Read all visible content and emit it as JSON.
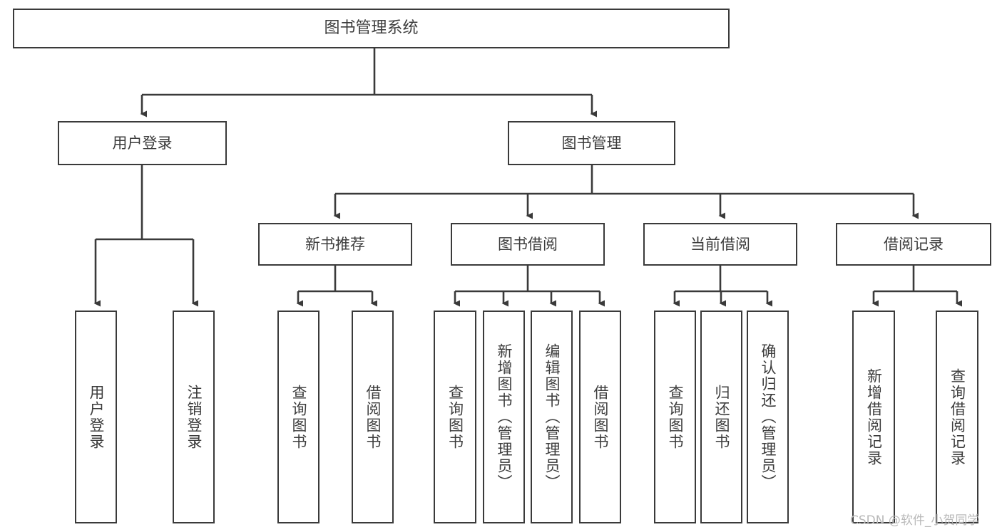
{
  "diagram": {
    "type": "tree",
    "title": "图书管理系统",
    "root": {
      "label": "图书管理系统"
    },
    "level2": [
      {
        "label": "用户登录"
      },
      {
        "label": "图书管理"
      }
    ],
    "level3": [
      {
        "label": "新书推荐"
      },
      {
        "label": "图书借阅"
      },
      {
        "label": "当前借阅"
      },
      {
        "label": "借阅记录"
      }
    ],
    "leaves": {
      "user_login": [
        {
          "label": "用户登录"
        },
        {
          "label": "注销登录"
        }
      ],
      "new_book_recommend": [
        {
          "label": "查询图书"
        },
        {
          "label": "借阅图书"
        }
      ],
      "book_borrow": [
        {
          "label": "查询图书"
        },
        {
          "label": "新增图书（管理员）"
        },
        {
          "label": "编辑图书（管理员）"
        },
        {
          "label": "借阅图书"
        }
      ],
      "current_borrow": [
        {
          "label": "查询图书"
        },
        {
          "label": "归还图书"
        },
        {
          "label": "确认归还（管理员）"
        }
      ],
      "borrow_record": [
        {
          "label": "新增借阅记录"
        },
        {
          "label": "查询借阅记录"
        }
      ]
    }
  },
  "watermark": {
    "text": "CSDN @软件_小贺同学"
  },
  "colors": {
    "stroke": "#3a3a3a",
    "text": "#3c3c3c",
    "background": "#ffffff",
    "watermark": "#b9b9b9"
  }
}
